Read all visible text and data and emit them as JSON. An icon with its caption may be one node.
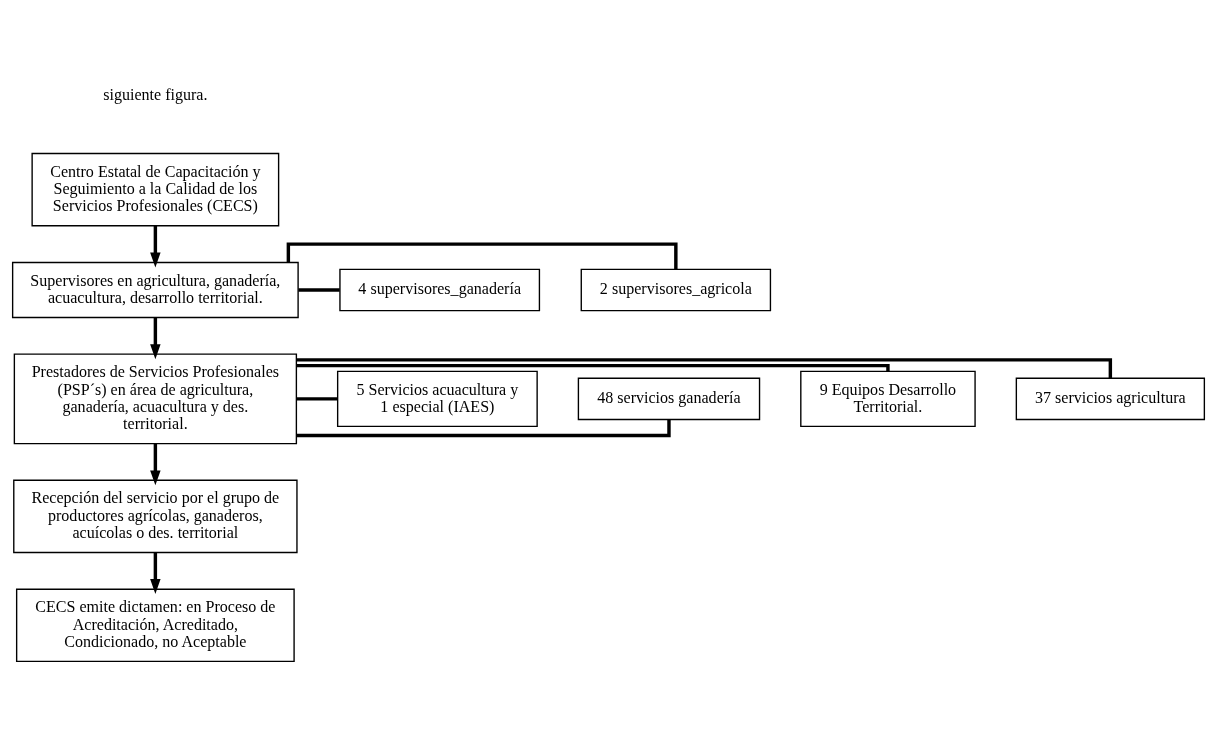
{
  "diagram": {
    "nodes": [
      {
        "text": [
          "Centro Estatal de Capacitación y Seguimiento a la Calidad de los Servicios Profesionales (CECS)"
        ]
      },
      {
        "text": [
          "Supervisores en agricultura, ganadería, acuacultura, desarrollo territorial."
        ]
      },
      {
        "text": [
          "2 supervisores_agricola"
        ]
      },
      {
        "text": [
          "4 supervisores_ganadería"
        ]
      },
      {
        "text": [
          "37 servicios agricultura"
        ]
      },
      {
        "text": [
          "9 Equipos Desarrollo Territorial."
        ]
      },
      {
        "text": [
          "Prestadores de Servicios Profesionales (PSP´s) en área de agricultura, ganadería, acuacultura y des. territorial."
        ]
      },
      {
        "text": [
          "48 servicios ganadería"
        ]
      },
      {
        "text": [
          "5 Servicios acuacultura y 1 especial (IAES)"
        ]
      },
      {
        "text": [
          "Recepción del servicio por el grupo de productores agrícolas, ganaderos, acuícolas o des. territorial"
        ]
      },
      {
        "text": [
          "CECS emite dictamen: en Proceso de Acreditación, Acreditado, Condicionado, no Aceptable"
        ]
      }
    ],
    "edges": [
      {
        "from": 0,
        "to": 1,
        "arrow": "to"
      },
      {
        "from": 1,
        "to": 2,
        "arrow": "none"
      },
      {
        "from": 1,
        "to": 3,
        "arrow": "none"
      },
      {
        "from": 1,
        "to": 6,
        "arrow": "to"
      },
      {
        "from": 6,
        "to": 4,
        "arrow": "none"
      },
      {
        "from": 6,
        "to": 5,
        "arrow": "none"
      },
      {
        "from": 6,
        "to": 7,
        "arrow": "none"
      },
      {
        "from": 6,
        "to": 8,
        "arrow": "none"
      },
      {
        "from": 6,
        "to": 9,
        "arrow": "to"
      },
      {
        "from": 9,
        "to": 10,
        "arrow": "to"
      }
    ],
    "labels": [
      "siguiente figura."
    ]
  }
}
